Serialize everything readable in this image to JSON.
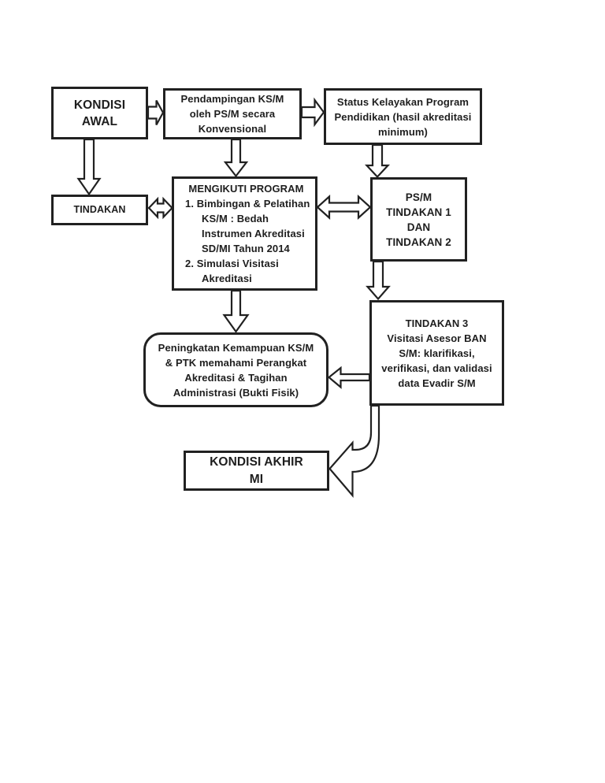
{
  "page": {
    "background": "#ffffff",
    "ink_color": "#212121"
  },
  "nodes": {
    "kondisi_awal": {
      "lines": [
        "KONDISI",
        "AWAL"
      ]
    },
    "pendampingan": {
      "lines": [
        "Pendampingan KS/M",
        "oleh PS/M secara",
        "Konvensional"
      ]
    },
    "status": {
      "lines": [
        "Status Kelayakan Program",
        "Pendidikan (hasil akreditasi",
        "minimum)"
      ]
    },
    "tindakan": {
      "lines": [
        "TINDAKAN"
      ]
    },
    "mengikuti": {
      "title": "MENGIKUTI PROGRAM",
      "lines": [
        "1.  Bimbingan & Pelatihan",
        "KS/M :  Bedah",
        "Instrumen Akreditasi",
        "SD/MI Tahun 2014",
        "2.  Simulasi Visitasi",
        "Akreditasi"
      ]
    },
    "psm": {
      "lines": [
        "PS/M",
        "TINDAKAN 1",
        "DAN",
        "TINDAKAN 2"
      ]
    },
    "tindakan3": {
      "lines": [
        "TINDAKAN 3",
        "Visitasi Asesor BAN",
        "S/M: klarifikasi,",
        "verifikasi, dan validasi",
        "data Evadir S/M"
      ]
    },
    "peningkatan": {
      "lines": [
        "Peningkatan Kemampuan KS/M",
        "& PTK memahami Perangkat",
        "Akreditasi & Tagihan",
        "Administrasi (Bukti Fisik)"
      ]
    },
    "kondisi_akhir": {
      "lines": [
        "KONDISI AKHIR",
        "MI"
      ]
    }
  },
  "connectors": [
    {
      "from": "kondisi-awal",
      "to": "pendampingan",
      "type": "arrow-right"
    },
    {
      "from": "pendampingan",
      "to": "status-kelayakan",
      "type": "arrow-right"
    },
    {
      "from": "kondisi-awal",
      "to": "tindakan",
      "type": "arrow-down"
    },
    {
      "from": "pendampingan",
      "to": "mengikuti-program",
      "type": "arrow-down"
    },
    {
      "from": "status-kelayakan",
      "to": "psm-tindakan-1-2",
      "type": "arrow-down"
    },
    {
      "from": "tindakan",
      "to": "mengikuti-program",
      "type": "arrow-double-horizontal"
    },
    {
      "from": "mengikuti-program",
      "to": "psm-tindakan-1-2",
      "type": "arrow-double-horizontal"
    },
    {
      "from": "psm-tindakan-1-2",
      "to": "tindakan-3",
      "type": "arrow-down"
    },
    {
      "from": "mengikuti-program",
      "to": "peningkatan-kemampuan",
      "type": "arrow-down"
    },
    {
      "from": "tindakan-3",
      "to": "peningkatan-kemampuan",
      "type": "arrow-left"
    },
    {
      "from": "tindakan-3",
      "to": "kondisi-akhir-mi",
      "type": "arrow-curved-down-left"
    }
  ]
}
